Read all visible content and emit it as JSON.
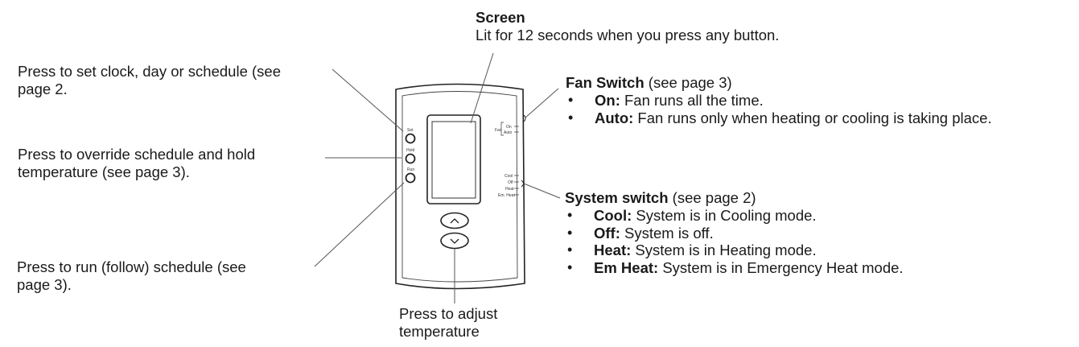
{
  "screen": {
    "title": "Screen",
    "description": "Lit for 12 seconds when you press any button."
  },
  "set_button": {
    "line1": "Press to set clock, day or schedule (see",
    "line2": "page 2."
  },
  "hold_button": {
    "line1": "Press to override schedule and hold",
    "line2": "temperature (see page 3)."
  },
  "run_button": {
    "line1": "Press to run (follow) schedule (see",
    "line2": "page 3)."
  },
  "adjust_buttons": {
    "line1": "Press to adjust",
    "line2": "temperature"
  },
  "fan_switch": {
    "title": "Fan Switch",
    "ref": " (see page 3)",
    "items": [
      {
        "label": "On:",
        "text": " Fan runs all the time."
      },
      {
        "label": "Auto:",
        "text": " Fan runs only when heating or cooling is taking place."
      }
    ]
  },
  "system_switch": {
    "title": "System switch",
    "ref": " (see page 2)",
    "items": [
      {
        "label": "Cool:",
        "text": " System is in Cooling mode."
      },
      {
        "label": "Off:",
        "text": " System is off."
      },
      {
        "label": "Heat:",
        "text": " System is in Heating mode."
      },
      {
        "label": "Em Heat:",
        "text": " System is in Emergency Heat mode."
      }
    ]
  },
  "device": {
    "button_labels": [
      "Set",
      "Hold",
      "Run"
    ],
    "fan_positions": [
      "On",
      "Fan",
      "Auto"
    ],
    "system_positions": [
      "Cool",
      "Off",
      "Heat",
      "Em. Heat"
    ]
  }
}
